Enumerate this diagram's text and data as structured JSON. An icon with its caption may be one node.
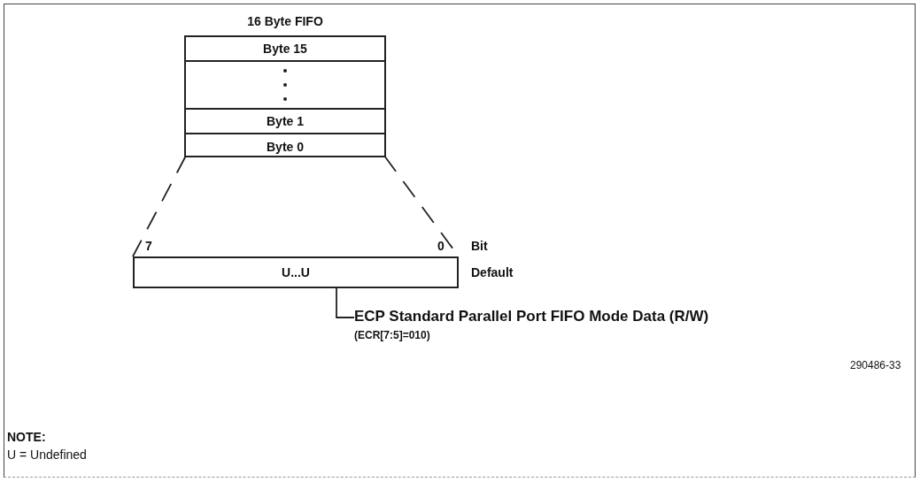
{
  "diagram": {
    "nodes": [
      {
        "text": [
          "16 Byte FIFO"
        ]
      },
      {
        "text": [
          "Byte 15"
        ],
        "in": 0
      },
      {
        "text": [],
        "shape": "box",
        "in": 0
      },
      {
        "text": [
          "Byte 1"
        ],
        "in": 0
      },
      {
        "text": [
          "Byte 0"
        ],
        "in": 0
      },
      {
        "text": [
          "U...U"
        ]
      },
      {
        "text": [
          "ECP Standard Parallel Port FIFO Mode Data (R/W)",
          "(ECR[7:5]=010)"
        ]
      }
    ],
    "edges": [
      {
        "from": 0,
        "to": 5,
        "arrow": "none",
        "style": "dashed"
      },
      {
        "from": 0,
        "to": 5,
        "arrow": "none",
        "style": "dashed"
      },
      {
        "from": 6,
        "to": 5,
        "arrow": "none"
      }
    ],
    "labels": [
      "7",
      "0",
      "Bit",
      "Default",
      "290486-33",
      "NOTE:",
      "U = Undefined"
    ]
  }
}
